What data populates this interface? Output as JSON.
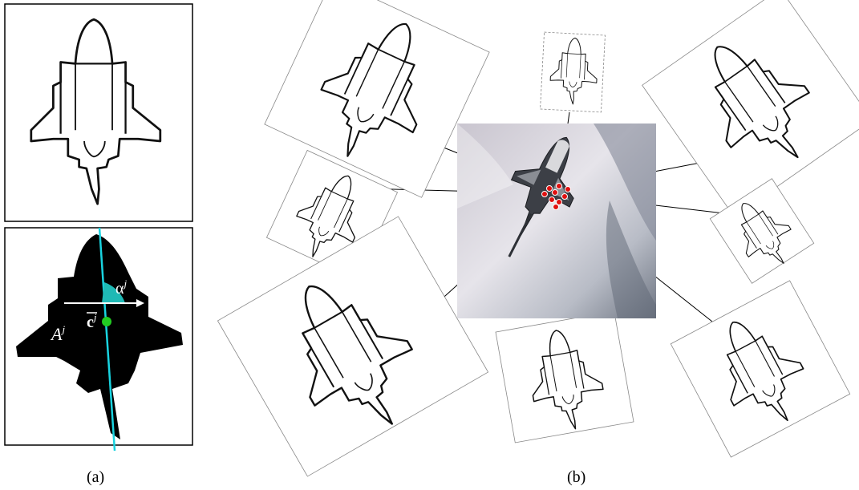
{
  "panels": {
    "a": {
      "caption": "(a)"
    },
    "b": {
      "caption": "(b)"
    }
  },
  "annotations": {
    "alpha_label": "α",
    "alpha_sup": "j",
    "centroid_label": "c",
    "centroid_sup": "j",
    "area_label": "A",
    "area_sup": "j"
  },
  "colors": {
    "axis_line": "#19d3e0",
    "wedge": "#1fb9b5",
    "centroid": "#22cc22",
    "keypoint": "#e01010",
    "outline": "#111111",
    "silhouette": "#000000"
  },
  "icons": {
    "shuttle_outline": "space-shuttle-edge-map",
    "shuttle_photo": "space-shuttle-photo"
  }
}
